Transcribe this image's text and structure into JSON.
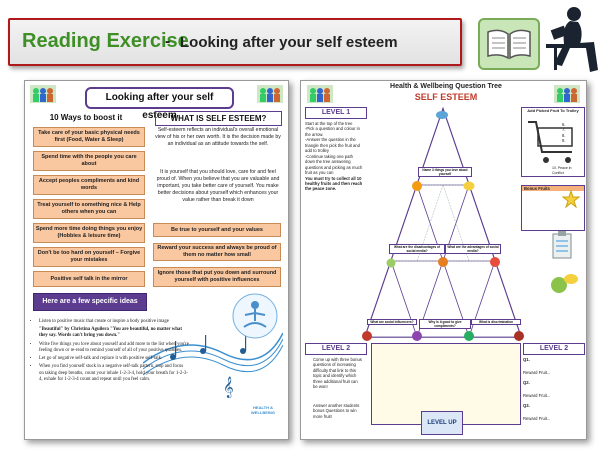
{
  "header": {
    "title": "Reading Exercise",
    "separator": "-",
    "subtitle": "Looking after your self esteem"
  },
  "left_sheet": {
    "title": "Looking after your self esteem",
    "ten_ways_title": "10 Ways to boost it",
    "what_is_title": "WHAT IS SELF ESTEEM?",
    "tips": [
      "Take care of your basic physical needs first (Food, Water & Sleep)",
      "Spend time with the people you care about",
      "Accept peoples compliments and kind words",
      "Treat yourself to something nice & Help others when you can",
      "Spend more time doing things you enjoy (Hobbies & leisure time)",
      "Don't be too hard on yourself – Forgive your mistakes",
      "Positive self talk in the mirror"
    ],
    "right_tips": [
      "Be true to yourself and your values",
      "Reward your success and always be proud of them no matter how small",
      "Ignore those that put you down and surround yourself with positive influences"
    ],
    "para1": "Self-esteem reflects an individual's overall emotional view of his or her own worth. It is the decision made by an individual as an attitude towards the self.",
    "para2": "It is yourself that you should love, care for and feel proud of. When you believe that you are valuable and important, you take better care of yourself. You make better decisions about yourself which enhances your value rather than break it down",
    "ideas_title": "Here are a few specific ideas",
    "ideas": [
      "Listen to positive music that create or inspire a body positive image",
      "\"Beautiful\" by Christina Aguilera \"You are beautiful, no matter what they say. Words can't bring you down.\"",
      "Write five things you love about yourself and add more to the list when you're feeling down or re-read to remind yourself of all of your positive qualities.",
      "Let go of negative self-talk and replace it with positive self-talk.",
      "When you find yourself stuck in a negative self-talk pattern, stop and focus on taking deep breaths, count your inhale 1-2-3-4, hold your breath for 1-2-3-4, exhale for 1-2-3-4 count and repeat until you feel calm."
    ],
    "footer_logo": "HEALTH & WELLBEING"
  },
  "right_sheet": {
    "title": "Health & Wellbeing Question Tree",
    "subtitle": "SELF ESTEEM",
    "level1": "LEVEL 1",
    "level2": "LEVEL 2",
    "level_up": "LEVEL UP",
    "instructions": [
      "Start at the top of the tree",
      "-Pick a question and colour in the arrow.",
      "-Answer the question in the triangle then pick the fruit and add to trolley",
      "-Continue taking one path down the tree answering questions and picking as much fruit as you can",
      "You must try to collect all 10 healthy fruits and then reach the peace zone."
    ],
    "trolley_title": "Add Picked Fruit To Trolley",
    "trolley_numbers": [
      "6.",
      "7.",
      "8.",
      "9.",
      "10. Peace in Conflict"
    ],
    "bonus_title": "Bonus Fruits",
    "questions": [
      "Name 3 things you love about yourself",
      "What are the disadvantages of social media?",
      "What are the advantages of social media?",
      "What are social influencers?",
      "Why is it good to give compliments?",
      "What is discrimination"
    ],
    "level2_text": "Come up with three bonus questions of increasing difficulty that link to this topic and identify which three additional fruit can be won!",
    "level2_text2": "Answer another students bonus Questions to win more fruit!",
    "q_labels": [
      "Q1.",
      "Q2.",
      "Q3."
    ],
    "reward_label": "Reward Fruit..."
  }
}
